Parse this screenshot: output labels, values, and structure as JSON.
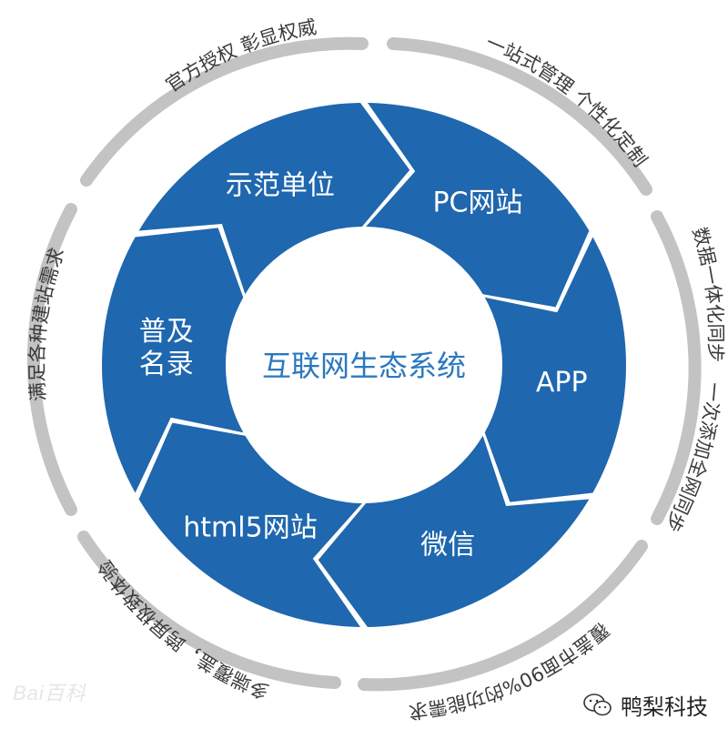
{
  "diagram": {
    "center_label": "互联网生态系统",
    "colors": {
      "segment": "#1f67ae",
      "arc": "#c3c3c3",
      "center_text": "#2a78bf",
      "white": "#ffffff"
    },
    "segments": [
      {
        "id": "shifan",
        "lines": [
          "示范单位"
        ]
      },
      {
        "id": "pc",
        "lines": [
          "PC网站"
        ]
      },
      {
        "id": "app",
        "lines": [
          "APP"
        ]
      },
      {
        "id": "weixin",
        "lines": [
          "微信"
        ]
      },
      {
        "id": "html5",
        "lines": [
          "html5网站"
        ]
      },
      {
        "id": "puji",
        "lines": [
          "普及",
          "名录"
        ]
      }
    ],
    "outer_labels": [
      {
        "id": "top-left",
        "text": "官方授权 彰显权威"
      },
      {
        "id": "top-right",
        "text": "一站式管理 个性化定制"
      },
      {
        "id": "right-upper",
        "text": "数据一体化同步"
      },
      {
        "id": "right-lower",
        "text": "一次添加全网同步"
      },
      {
        "id": "bottom-right",
        "text": "覆盖市面90%的功能需求"
      },
      {
        "id": "bottom-left",
        "text": "多端覆盖，跨屏极致体验"
      },
      {
        "id": "left",
        "text": "满足各种建站需求"
      }
    ]
  },
  "watermarks": {
    "baidu": "Bai百科",
    "account": "鸭梨科技",
    "account_icon": "wechat-icon"
  }
}
